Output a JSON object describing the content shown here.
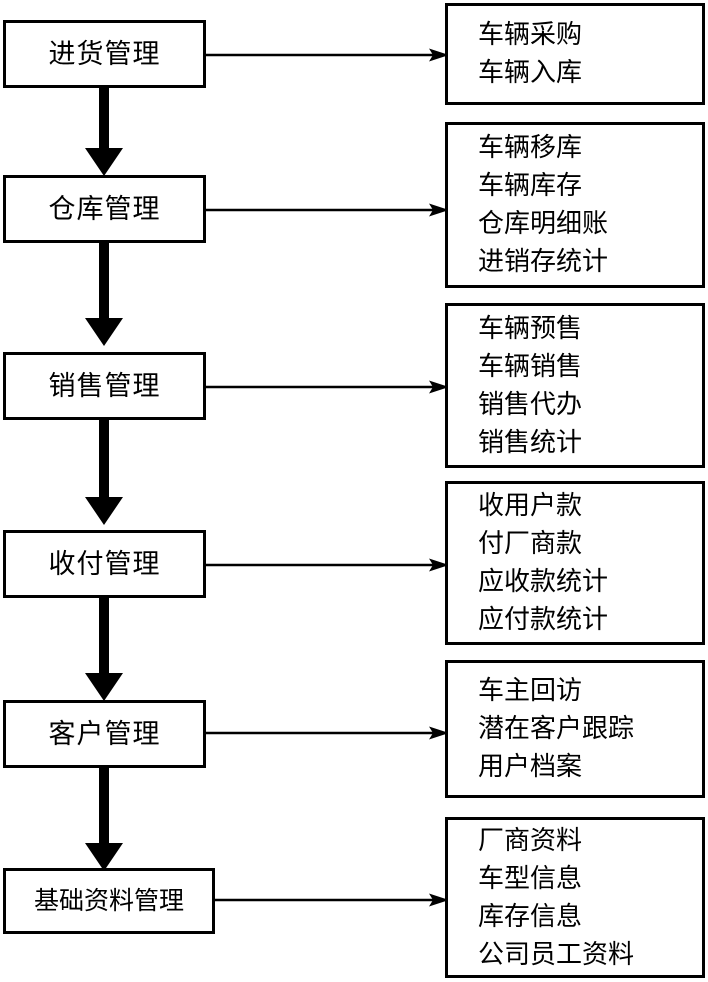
{
  "diagram": {
    "title": "",
    "type": "flowchart",
    "orientation": "vertical-with-side-details",
    "colors": {
      "stroke": "#000000",
      "fill": "#ffffff",
      "text": "#000000"
    },
    "nodes": [
      {
        "id": "purchase",
        "label": "进货管理",
        "details": [
          "车辆采购",
          "车辆入库"
        ]
      },
      {
        "id": "warehouse",
        "label": "仓库管理",
        "details": [
          "车辆移库",
          "车辆库存",
          "仓库明细账",
          "进销存统计"
        ]
      },
      {
        "id": "sales",
        "label": "销售管理",
        "details": [
          "车辆预售",
          "车辆销售",
          "销售代办",
          "销售统计"
        ]
      },
      {
        "id": "payment",
        "label": "收付管理",
        "details": [
          "收用户款",
          "付厂商款",
          "应收款统计",
          "应付款统计"
        ]
      },
      {
        "id": "customer",
        "label": "客户管理",
        "details": [
          "车主回访",
          "潜在客户跟踪",
          "用户档案"
        ]
      },
      {
        "id": "basedata",
        "label": "基础资料管理",
        "details": [
          "厂商资料",
          "车型信息",
          "库存信息",
          "公司员工资料"
        ]
      }
    ],
    "connectors": {
      "vertical_arrow_count": 5,
      "horizontal_arrow_count": 6
    }
  }
}
